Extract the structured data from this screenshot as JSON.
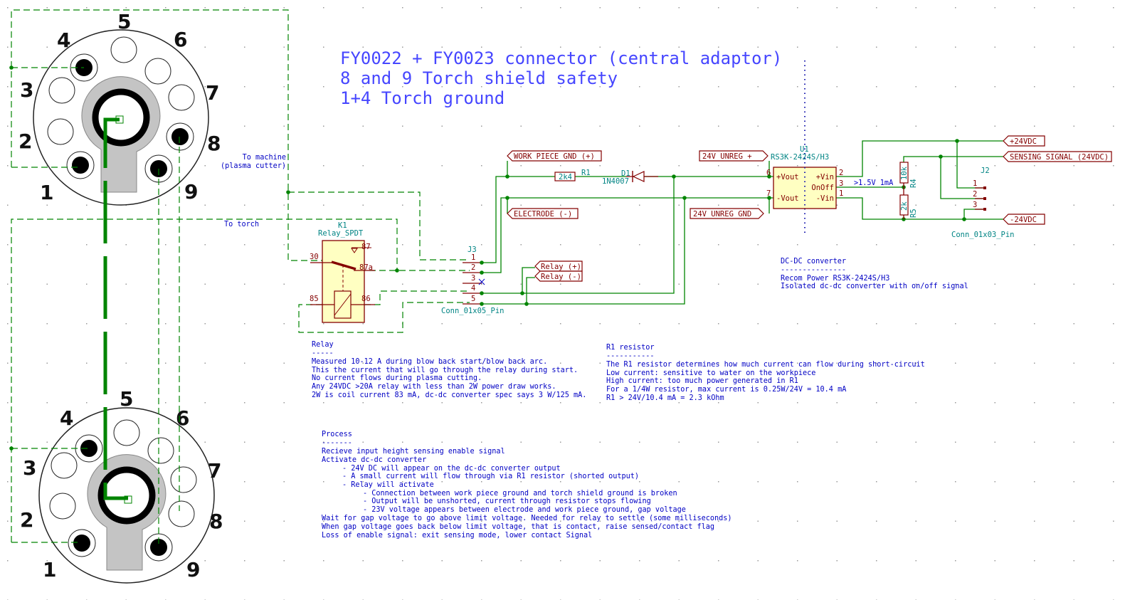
{
  "colors": {
    "wire": "#008400",
    "net_label": "#840000",
    "reference": "#008484",
    "notes": "#0000c4",
    "symbol_fill": "#ffffc2",
    "title": "#4646ff"
  },
  "title_block": {
    "lines": [
      "FY0022 + FY0023 connector (central adaptor)",
      "8 and 9 Torch shield safety",
      "1+4 Torch ground"
    ]
  },
  "connector": {
    "pin_numbers": [
      "1",
      "2",
      "3",
      "4",
      "5",
      "6",
      "7",
      "8",
      "9"
    ]
  },
  "cable_labels": {
    "to_machine": [
      "To machine",
      "(plasma cutter)"
    ],
    "to_torch": "To torch"
  },
  "relay": {
    "ref": "K1",
    "value": "Relay_SPDT",
    "pins": {
      "p30": "30",
      "p87": "87",
      "p87a": "87a",
      "p85": "85",
      "p86": "86"
    }
  },
  "j3": {
    "ref": "J3",
    "value": "Conn_01x05_Pin",
    "pins": [
      "1",
      "2",
      "3",
      "4",
      "5"
    ]
  },
  "r1": {
    "ref": "R1",
    "value": "2k4"
  },
  "d1": {
    "ref": "D1",
    "value": "1N4007"
  },
  "u1": {
    "ref": "U1",
    "value": "RS3K-2424S/H3",
    "pins": {
      "vout_p": "+Vout",
      "vout_n": "-Vout",
      "vin_p": "+Vin",
      "onoff": "OnOff",
      "vin_n": "-Vin",
      "n6": "6",
      "n7": "7",
      "n2": "2",
      "n3": "3",
      "n1": "1"
    }
  },
  "r4": {
    "ref": "R4",
    "value": "10k"
  },
  "r5": {
    "ref": "R5",
    "value": "2k"
  },
  "j2": {
    "ref": "J2",
    "value": "Conn_01x03_Pin",
    "pins": [
      "1",
      "2",
      "3"
    ]
  },
  "onoff_annotation": ">1.5V 1mA",
  "net_labels": {
    "work_piece_gnd": "WORK PIECE GND (+)",
    "electrode": "ELECTRODE (-)",
    "relay_pos": "Relay (+)",
    "relay_neg": "Relay (-)",
    "unreg_pos": "24V UNREG +",
    "unreg_gnd": "24V UNREG GND",
    "plus_24": "+24VDC",
    "sensing": "SENSING SIGNAL (24VDC)",
    "minus_24": "-24VDC"
  },
  "notes": {
    "relay": {
      "title": "Relay",
      "rule": "-----",
      "lines": [
        "Measured 10-12 A during blow back start/blow back arc.",
        "This the current that will go through the relay during start.",
        "No current flows during plasma cutting.",
        "Any 24VDC >20A relay with less than 2W power draw works.",
        "2W is coil current 83 mA, dc-dc converter spec says 3 W/125 mA."
      ]
    },
    "r1": {
      "title": "R1 resistor",
      "rule": "-----------",
      "lines": [
        "The R1 resistor determines how much current can flow during short-circuit",
        "Low current: sensitive to water on the workpiece",
        "High current: too much power generated in R1",
        "For a 1/4W resistor, max current is 0.25W/24V = 10.4 mA",
        "R1 > 24V/10.4 mA = 2.3 kOhm"
      ]
    },
    "dcdc": {
      "title": "DC-DC converter",
      "rule": "---------------",
      "lines": [
        "Recom Power RS3K-2424S/H3",
        "Isolated dc-dc converter with on/off signal"
      ]
    },
    "process": {
      "title": "Process",
      "rule": "-------",
      "lines": [
        "Recieve input height sensing enable signal",
        "Activate dc-dc converter",
        "- 24V DC will appear on the dc-dc converter output",
        "- A small current will flow through via R1 resistor (shorted output)",
        "- Relay will activate",
        "- Connection between work piece ground and torch shield ground is broken",
        "- Output will be unshorted, current through resistor stops flowing",
        "- 23V voltage appears between electrode and work piece ground, gap voltage",
        "Wait for gap voltage to go above limit voltage. Needed for relay to settle (some milliseconds)",
        "When gap voltage goes back below limit voltage, that is contact, raise sensed/contact flag",
        "Loss of enable signal: exit sensing mode, lower contact Signal"
      ]
    }
  }
}
